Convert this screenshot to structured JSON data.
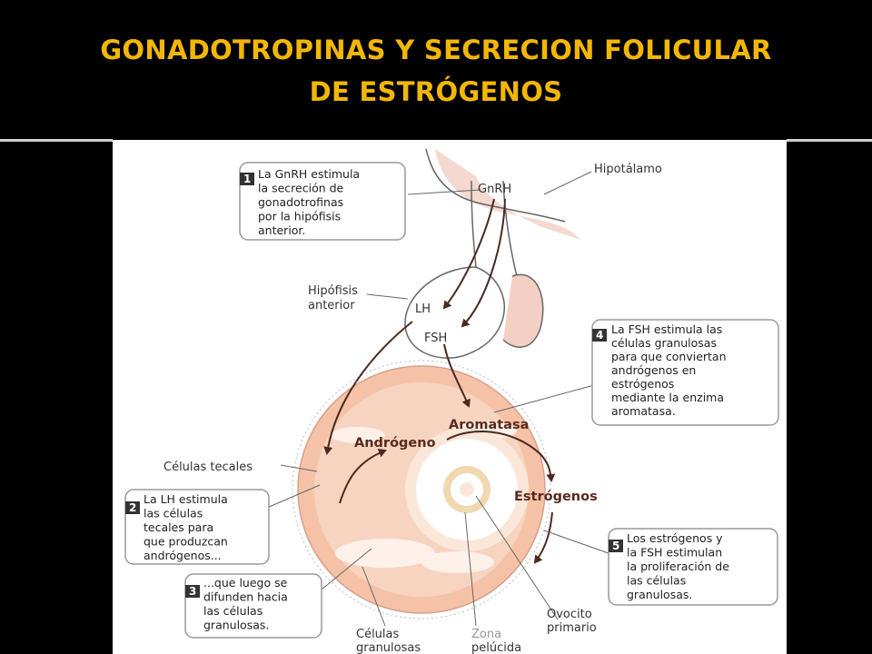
{
  "title": {
    "line1": "GONADOTROPINAS Y SECRECION FOLICULAR",
    "line2": "DE ESTRÓGENOS"
  },
  "diagram": {
    "labels": {
      "gnrh": "GnRH",
      "hipotalamo": "Hipotálamo",
      "hipofisis_1": "Hipófisis",
      "hipofisis_2": "anterior",
      "lh": "LH",
      "fsh": "FSH",
      "aromatasa": "Aromatasa",
      "androgeno": "Andrógeno",
      "estrogenos": "Estrógenos",
      "celulas_tecales": "Células tecales",
      "celulas_granulosas_1": "Células",
      "celulas_granulosas_2": "granulosas",
      "zona_pelucida_1": "Zona",
      "zona_pelucida_2": "pelúcida",
      "ovocito_1": "Ovocito",
      "ovocito_2": "primario"
    },
    "steps": [
      {
        "number": "1",
        "lines": [
          "La GnRH estimula",
          "la secreción de",
          "gonadotrofinas",
          "por la hipófisis",
          "anterior."
        ]
      },
      {
        "number": "2",
        "lines": [
          "La LH estimula",
          "las células",
          "tecales para",
          "que produzcan",
          "andrógenos..."
        ]
      },
      {
        "number": "3",
        "lines": [
          "...que luego se",
          "difunden hacia",
          "las células",
          "granulosas."
        ]
      },
      {
        "number": "4",
        "lines": [
          "La FSH estimula las",
          "células granulosas",
          "para que conviertan",
          "andrógenos en",
          "estrógenos",
          "mediante la enzima",
          "aromatasa."
        ]
      },
      {
        "number": "5",
        "lines": [
          "Los estrógenos y",
          "la FSH estimulan",
          "la proliferación de",
          "las células",
          "granulosas."
        ]
      }
    ]
  }
}
